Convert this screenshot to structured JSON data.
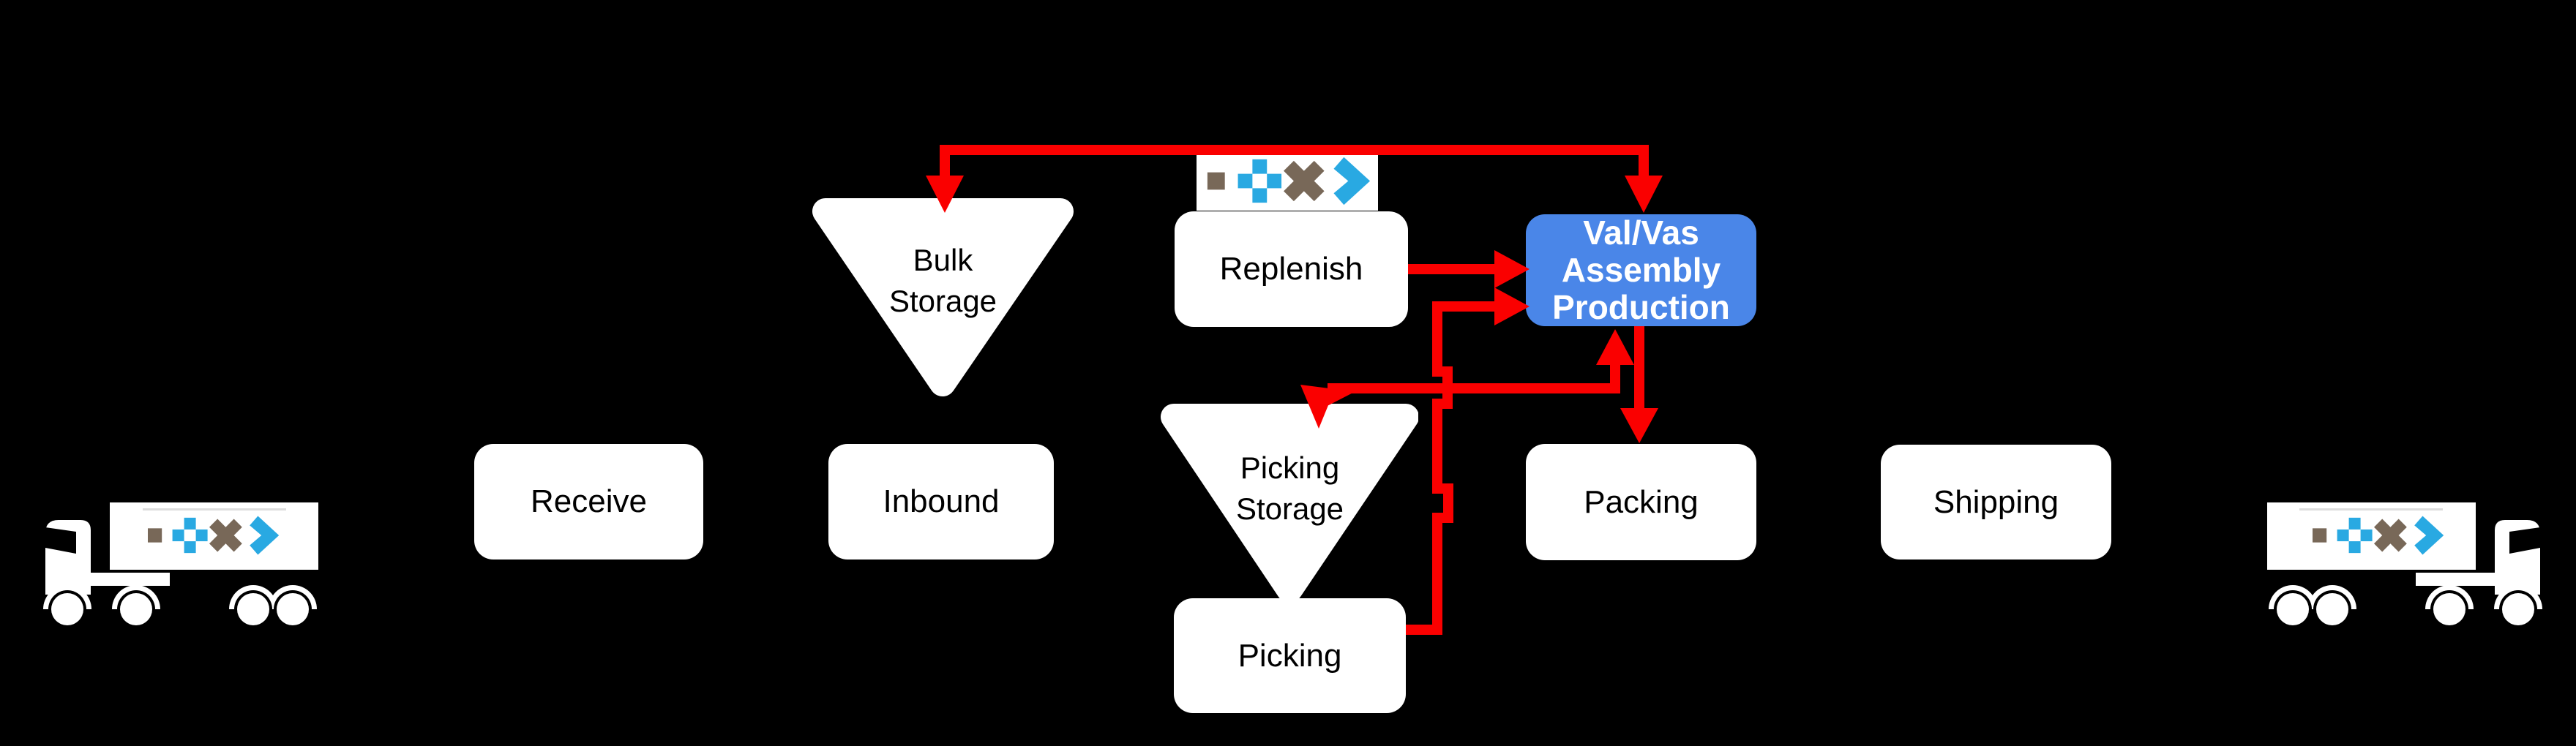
{
  "colors": {
    "background": "#000000",
    "flow": "#fa0000",
    "node_fill": "#ffffff",
    "node_text": "#000000",
    "highlight_fill": "#4a86e8",
    "highlight_text": "#ffffff",
    "logo_blue": "#29a9e2",
    "logo_brown": "#786858"
  },
  "nodes": {
    "receive": {
      "label": "Receive"
    },
    "inbound": {
      "label": "Inbound"
    },
    "bulk_storage": {
      "line1": "Bulk",
      "line2": "Storage"
    },
    "replenish": {
      "label": "Replenish"
    },
    "val_vas": {
      "line1": "Val/Vas",
      "line2": "Assembly",
      "line3": "Production"
    },
    "picking_storage": {
      "line1": "Picking",
      "line2": "Storage"
    },
    "picking": {
      "label": "Picking"
    },
    "packing": {
      "label": "Packing"
    },
    "shipping": {
      "label": "Shipping"
    }
  },
  "logo": {
    "shapes": [
      "square",
      "plus",
      "cross",
      "chevron"
    ]
  },
  "trucks": {
    "left": "inbound-truck",
    "right": "outbound-truck"
  }
}
